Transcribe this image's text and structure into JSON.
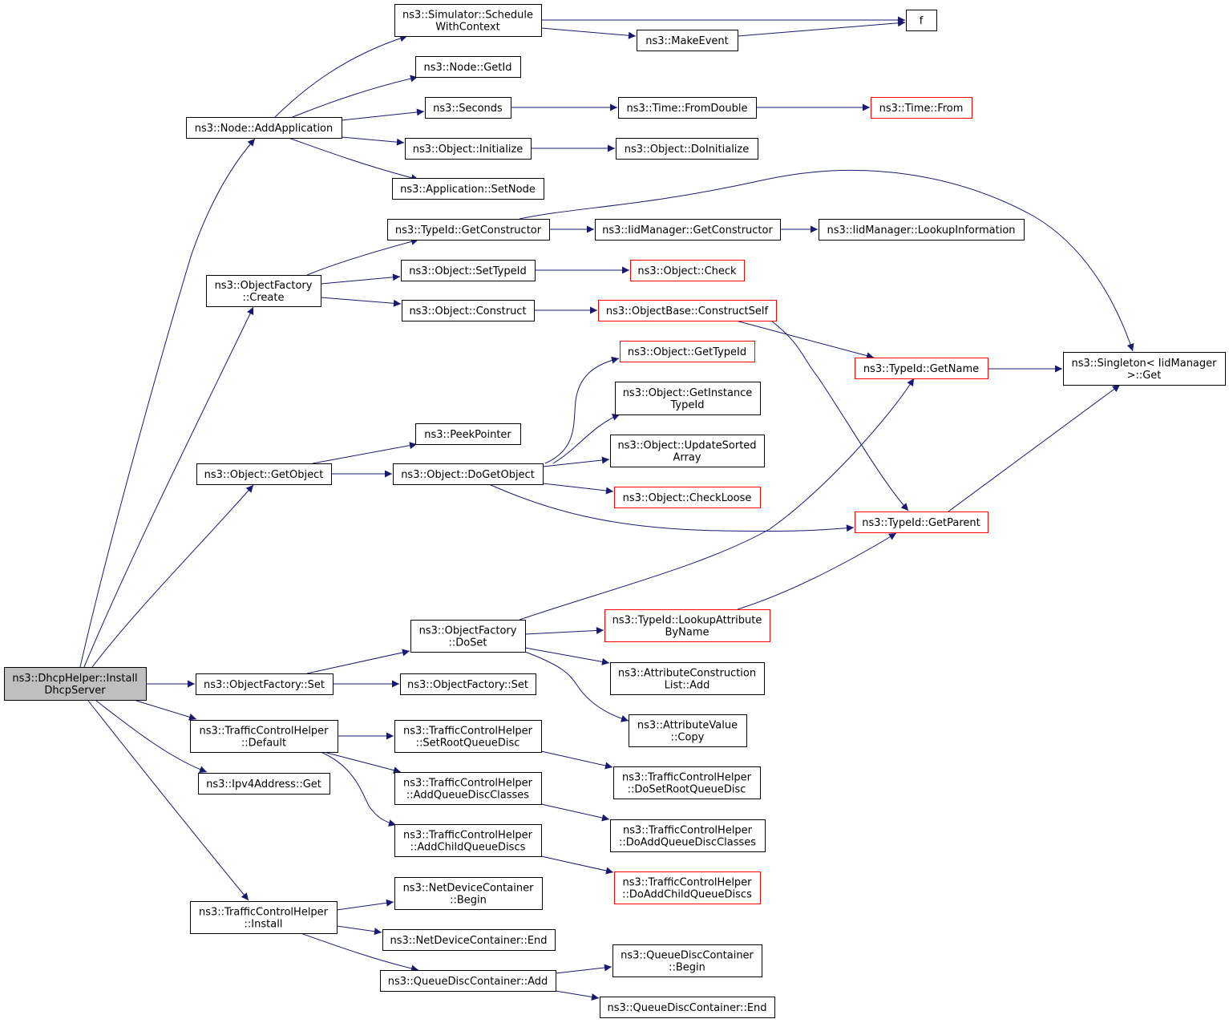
{
  "colors": {
    "edge": "#191970",
    "border_normal": "#000000",
    "border_truncated": "#ff0000",
    "fill_normal": "#ffffff",
    "fill_root": "#bfbfbf"
  },
  "nodes": {
    "root": {
      "lines": [
        "ns3::DhcpHelper::Install",
        "DhcpServer"
      ],
      "style": "root"
    },
    "addApplication": {
      "lines": [
        "ns3::Node::AddApplication"
      ],
      "style": "normal"
    },
    "factoryCreate": {
      "lines": [
        "ns3::ObjectFactory",
        "::Create"
      ],
      "style": "normal"
    },
    "getObject": {
      "lines": [
        "ns3::Object::GetObject"
      ],
      "style": "normal"
    },
    "factorySet": {
      "lines": [
        "ns3::ObjectFactory::Set"
      ],
      "style": "normal"
    },
    "tchDefault": {
      "lines": [
        "ns3::TrafficControlHelper",
        "::Default"
      ],
      "style": "normal"
    },
    "ipv4Get": {
      "lines": [
        "ns3::Ipv4Address::Get"
      ],
      "style": "normal"
    },
    "tchInstall": {
      "lines": [
        "ns3::TrafficControlHelper",
        "::Install"
      ],
      "style": "normal"
    },
    "scheduleCtx": {
      "lines": [
        "ns3::Simulator::Schedule",
        "WithContext"
      ],
      "style": "normal"
    },
    "nodeGetId": {
      "lines": [
        "ns3::Node::GetId"
      ],
      "style": "normal"
    },
    "seconds": {
      "lines": [
        "ns3::Seconds"
      ],
      "style": "normal"
    },
    "objInitialize": {
      "lines": [
        "ns3::Object::Initialize"
      ],
      "style": "normal"
    },
    "appSetNode": {
      "lines": [
        "ns3::Application::SetNode"
      ],
      "style": "normal"
    },
    "typeIdGetCtor": {
      "lines": [
        "ns3::TypeId::GetConstructor"
      ],
      "style": "normal"
    },
    "objSetTypeId": {
      "lines": [
        "ns3::Object::SetTypeId"
      ],
      "style": "normal"
    },
    "objConstruct": {
      "lines": [
        "ns3::Object::Construct"
      ],
      "style": "normal"
    },
    "peekPointer": {
      "lines": [
        "ns3::PeekPointer"
      ],
      "style": "normal"
    },
    "doGetObject": {
      "lines": [
        "ns3::Object::DoGetObject"
      ],
      "style": "normal"
    },
    "factoryDoSet": {
      "lines": [
        "ns3::ObjectFactory",
        "::DoSet"
      ],
      "style": "normal"
    },
    "factorySet2": {
      "lines": [
        "ns3::ObjectFactory::Set"
      ],
      "style": "normal"
    },
    "setRootQD": {
      "lines": [
        "ns3::TrafficControlHelper",
        "::SetRootQueueDisc"
      ],
      "style": "normal"
    },
    "addQDClasses": {
      "lines": [
        "ns3::TrafficControlHelper",
        "::AddQueueDiscClasses"
      ],
      "style": "normal"
    },
    "addChildQDs": {
      "lines": [
        "ns3::TrafficControlHelper",
        "::AddChildQueueDiscs"
      ],
      "style": "normal"
    },
    "ndcBegin": {
      "lines": [
        "ns3::NetDeviceContainer",
        "::Begin"
      ],
      "style": "normal"
    },
    "ndcEnd": {
      "lines": [
        "ns3::NetDeviceContainer::End"
      ],
      "style": "normal"
    },
    "qdcAdd": {
      "lines": [
        "ns3::QueueDiscContainer::Add"
      ],
      "style": "normal"
    },
    "f": {
      "lines": [
        "f"
      ],
      "style": "normal"
    },
    "makeEvent": {
      "lines": [
        "ns3::MakeEvent"
      ],
      "style": "normal"
    },
    "timeFromDouble": {
      "lines": [
        "ns3::Time::FromDouble"
      ],
      "style": "normal"
    },
    "timeFrom": {
      "lines": [
        "ns3::Time::From"
      ],
      "style": "truncated"
    },
    "objDoInitialize": {
      "lines": [
        "ns3::Object::DoInitialize"
      ],
      "style": "normal"
    },
    "iidGetCtor": {
      "lines": [
        "ns3::IidManager::GetConstructor"
      ],
      "style": "normal"
    },
    "iidLookupInfo": {
      "lines": [
        "ns3::IidManager::LookupInformation"
      ],
      "style": "normal"
    },
    "objCheck": {
      "lines": [
        "ns3::Object::Check"
      ],
      "style": "truncated"
    },
    "constructSelf": {
      "lines": [
        "ns3::ObjectBase::ConstructSelf"
      ],
      "style": "truncated"
    },
    "objGetTypeId": {
      "lines": [
        "ns3::Object::GetTypeId"
      ],
      "style": "truncated"
    },
    "objGetInstTypeId": {
      "lines": [
        "ns3::Object::GetInstance",
        "TypeId"
      ],
      "style": "normal"
    },
    "updateSorted": {
      "lines": [
        "ns3::Object::UpdateSorted",
        "Array"
      ],
      "style": "normal"
    },
    "checkLoose": {
      "lines": [
        "ns3::Object::CheckLoose"
      ],
      "style": "truncated"
    },
    "lookupAttr": {
      "lines": [
        "ns3::TypeId::LookupAttribute",
        "ByName"
      ],
      "style": "truncated"
    },
    "attrConstrAdd": {
      "lines": [
        "ns3::AttributeConstruction",
        "List::Add"
      ],
      "style": "normal"
    },
    "attrValueCopy": {
      "lines": [
        "ns3::AttributeValue",
        "::Copy"
      ],
      "style": "normal"
    },
    "doSetRootQD": {
      "lines": [
        "ns3::TrafficControlHelper",
        "::DoSetRootQueueDisc"
      ],
      "style": "normal"
    },
    "doAddQDClasses": {
      "lines": [
        "ns3::TrafficControlHelper",
        "::DoAddQueueDiscClasses"
      ],
      "style": "normal"
    },
    "doAddChildQDs": {
      "lines": [
        "ns3::TrafficControlHelper",
        "::DoAddChildQueueDiscs"
      ],
      "style": "truncated"
    },
    "qdcBegin": {
      "lines": [
        "ns3::QueueDiscContainer",
        "::Begin"
      ],
      "style": "normal"
    },
    "qdcEnd": {
      "lines": [
        "ns3::QueueDiscContainer::End"
      ],
      "style": "normal"
    },
    "typeIdGetName": {
      "lines": [
        "ns3::TypeId::GetName"
      ],
      "style": "truncated"
    },
    "typeIdGetParent": {
      "lines": [
        "ns3::TypeId::GetParent"
      ],
      "style": "truncated"
    },
    "singletonGet": {
      "lines": [
        "ns3::Singleton< IidManager",
        " >::Get"
      ],
      "style": "normal"
    }
  },
  "edges": [
    [
      "root",
      "addApplication"
    ],
    [
      "root",
      "factoryCreate"
    ],
    [
      "root",
      "getObject"
    ],
    [
      "root",
      "factorySet"
    ],
    [
      "root",
      "tchDefault"
    ],
    [
      "root",
      "ipv4Get"
    ],
    [
      "root",
      "tchInstall"
    ],
    [
      "addApplication",
      "scheduleCtx"
    ],
    [
      "addApplication",
      "nodeGetId"
    ],
    [
      "addApplication",
      "seconds"
    ],
    [
      "addApplication",
      "objInitialize"
    ],
    [
      "addApplication",
      "appSetNode"
    ],
    [
      "scheduleCtx",
      "f"
    ],
    [
      "scheduleCtx",
      "makeEvent"
    ],
    [
      "makeEvent",
      "f"
    ],
    [
      "seconds",
      "timeFromDouble"
    ],
    [
      "timeFromDouble",
      "timeFrom"
    ],
    [
      "objInitialize",
      "objDoInitialize"
    ],
    [
      "factoryCreate",
      "typeIdGetCtor"
    ],
    [
      "factoryCreate",
      "objSetTypeId"
    ],
    [
      "factoryCreate",
      "objConstruct"
    ],
    [
      "typeIdGetCtor",
      "iidGetCtor"
    ],
    [
      "typeIdGetCtor",
      "singletonGet"
    ],
    [
      "iidGetCtor",
      "iidLookupInfo"
    ],
    [
      "objSetTypeId",
      "objCheck"
    ],
    [
      "objConstruct",
      "constructSelf"
    ],
    [
      "constructSelf",
      "typeIdGetName"
    ],
    [
      "constructSelf",
      "typeIdGetParent"
    ],
    [
      "getObject",
      "peekPointer"
    ],
    [
      "getObject",
      "doGetObject"
    ],
    [
      "doGetObject",
      "objGetTypeId"
    ],
    [
      "doGetObject",
      "objGetInstTypeId"
    ],
    [
      "doGetObject",
      "updateSorted"
    ],
    [
      "doGetObject",
      "checkLoose"
    ],
    [
      "doGetObject",
      "typeIdGetParent"
    ],
    [
      "typeIdGetName",
      "singletonGet"
    ],
    [
      "typeIdGetParent",
      "singletonGet"
    ],
    [
      "factorySet",
      "factoryDoSet"
    ],
    [
      "factorySet",
      "factorySet2"
    ],
    [
      "factoryDoSet",
      "typeIdGetName"
    ],
    [
      "factoryDoSet",
      "lookupAttr"
    ],
    [
      "factoryDoSet",
      "attrConstrAdd"
    ],
    [
      "factoryDoSet",
      "attrValueCopy"
    ],
    [
      "lookupAttr",
      "typeIdGetParent"
    ],
    [
      "tchDefault",
      "setRootQD"
    ],
    [
      "tchDefault",
      "addQDClasses"
    ],
    [
      "tchDefault",
      "addChildQDs"
    ],
    [
      "setRootQD",
      "doSetRootQD"
    ],
    [
      "addQDClasses",
      "doAddQDClasses"
    ],
    [
      "addChildQDs",
      "doAddChildQDs"
    ],
    [
      "tchInstall",
      "ndcBegin"
    ],
    [
      "tchInstall",
      "ndcEnd"
    ],
    [
      "tchInstall",
      "qdcAdd"
    ],
    [
      "qdcAdd",
      "qdcBegin"
    ],
    [
      "qdcAdd",
      "qdcEnd"
    ]
  ]
}
